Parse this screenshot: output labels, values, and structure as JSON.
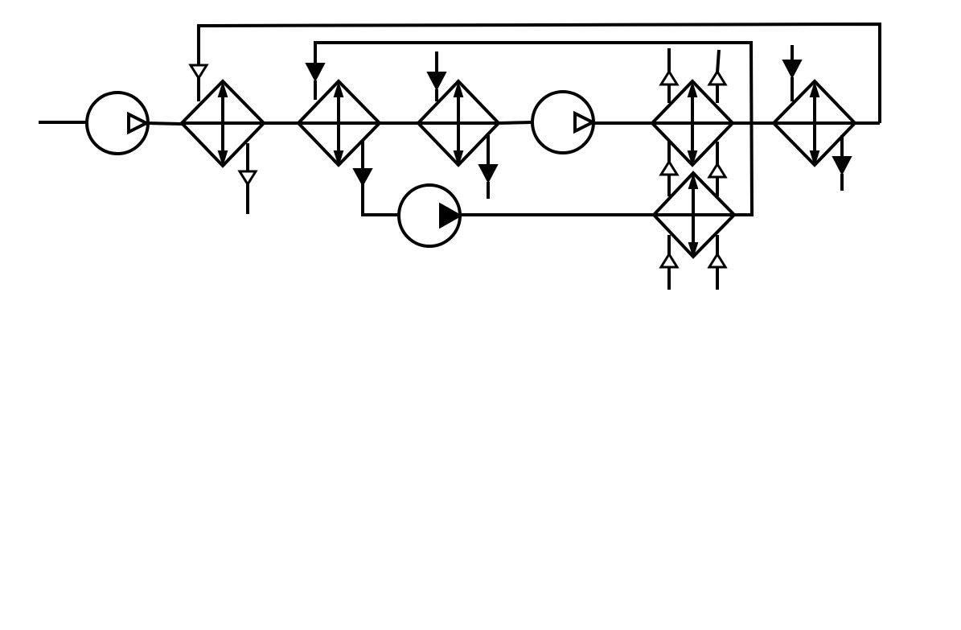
{
  "diagram": {
    "background": "#ffffff",
    "stroke_color": "#000000",
    "symbols": {
      "pumps": [
        "pump-1",
        "pump-2",
        "pump-3"
      ],
      "heat_exchangers": [
        "heat-exchanger-1",
        "heat-exchanger-2",
        "heat-exchanger-3",
        "heat-exchanger-4",
        "heat-exchanger-5",
        "heat-exchanger-6"
      ],
      "arrowheads": [
        "open-triangle-icon",
        "filled-triangle-icon"
      ]
    }
  }
}
